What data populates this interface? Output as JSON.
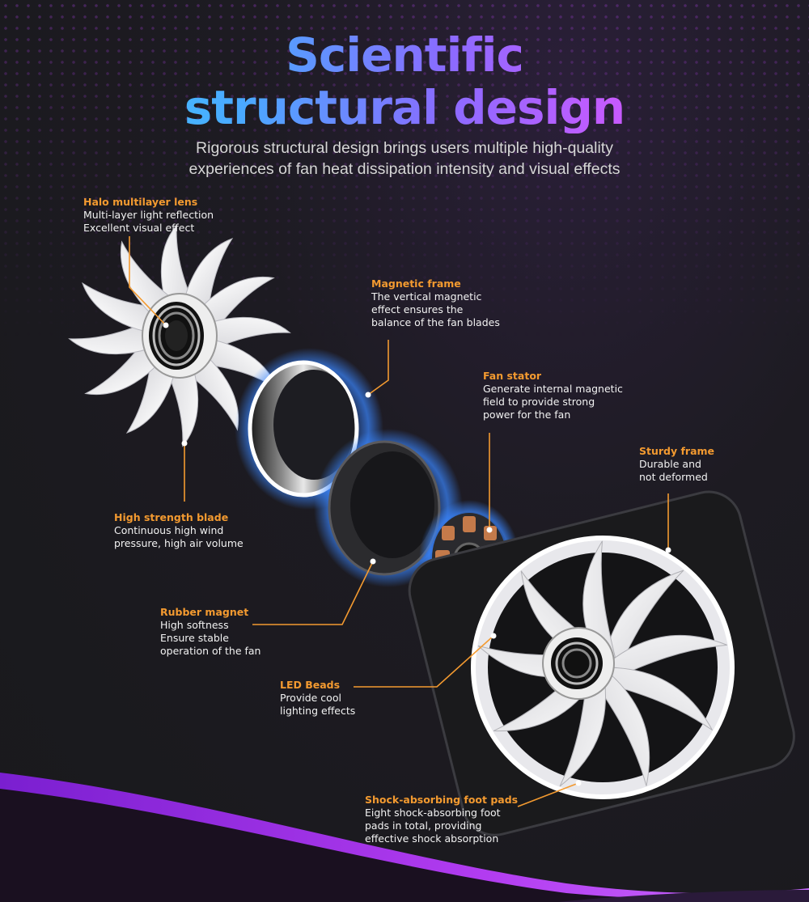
{
  "title_line1": "Scientific",
  "title_line2": "structural design",
  "subtitle_line1": "Rigorous structural design brings users multiple high-quality",
  "subtitle_line2": "experiences of fan heat dissipation intensity and visual effects",
  "accent_color": "#f39a30",
  "annotations": {
    "halo": {
      "title": "Halo multilayer lens",
      "desc": "Multi-layer light reflection\nExcellent visual effect"
    },
    "magnetic_frame": {
      "title": "Magnetic frame",
      "desc": "The vertical magnetic\neffect ensures the\nbalance of the fan blades"
    },
    "fan_stator": {
      "title": "Fan stator",
      "desc": "Generate internal magnetic\nfield to provide strong\npower for the fan"
    },
    "sturdy_frame": {
      "title": "Sturdy frame",
      "desc": "Durable and\nnot deformed"
    },
    "blade": {
      "title": "High strength blade",
      "desc": "Continuous high wind\npressure, high air volume"
    },
    "rubber_magnet": {
      "title": "Rubber magnet",
      "desc": "High softness\nEnsure stable\noperation of the fan"
    },
    "led_beads": {
      "title": "LED Beads",
      "desc": "Provide cool\nlighting effects"
    },
    "foot_pads": {
      "title": "Shock-absorbing foot pads",
      "desc": "Eight shock-absorbing foot\npads in total, providing\neffective shock absorption"
    }
  }
}
